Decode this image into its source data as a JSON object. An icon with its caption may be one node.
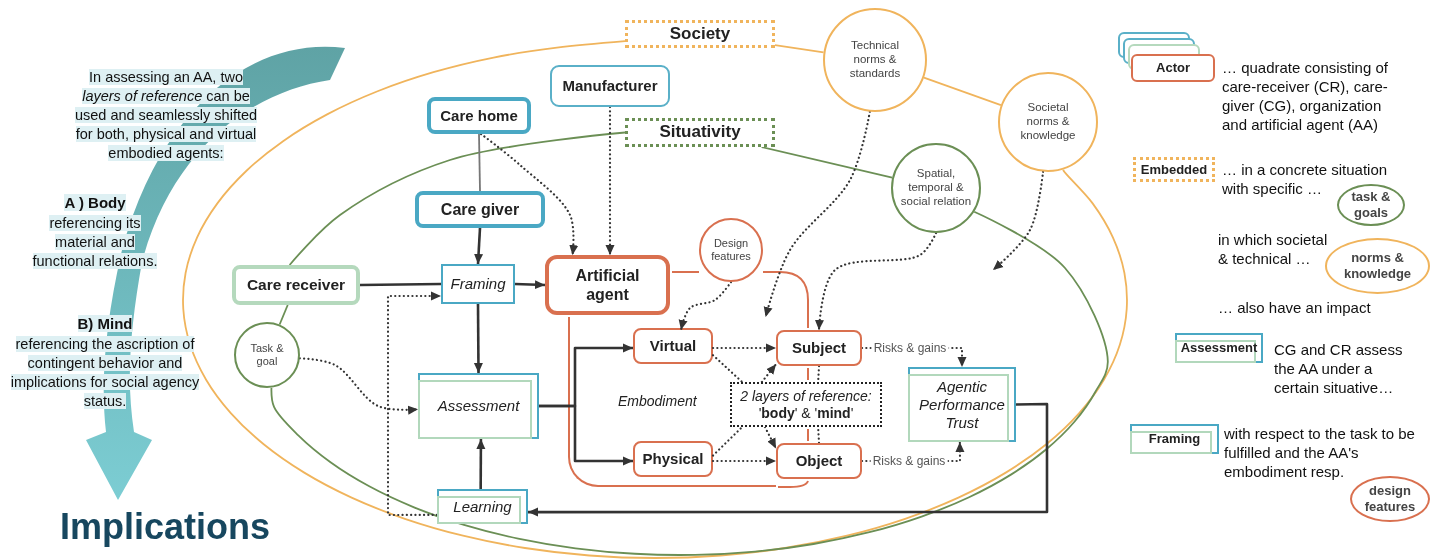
{
  "diagram": {
    "nodes": [
      {
        "text": [
          "Society"
        ]
      },
      {
        "text": [
          "Situativity"
        ]
      },
      {
        "text": [
          "Manufacturer"
        ]
      },
      {
        "text": [
          "Care home"
        ]
      },
      {
        "text": [
          "Care giver"
        ]
      },
      {
        "text": [
          "Care receiver"
        ]
      },
      {
        "text": [
          "Framing"
        ]
      },
      {
        "text": [
          "Artificial agent"
        ]
      },
      {
        "text": [
          "Design features"
        ]
      },
      {
        "text": [
          "Technical norms & standards"
        ]
      },
      {
        "text": [
          "Societal norms & knowledge"
        ]
      },
      {
        "text": [
          "Spatial, temporal & social relation"
        ]
      },
      {
        "text": [
          "Embodiment"
        ]
      },
      {
        "text": [
          "Virtual"
        ],
        "in": 12
      },
      {
        "text": [
          "Physical"
        ],
        "in": 12
      },
      {
        "text": [
          "Subject"
        ]
      },
      {
        "text": [
          "Object"
        ]
      },
      {
        "text": [
          "*2 layers of reference:* '**body**' & '**mind**'"
        ]
      },
      {
        "text": [
          "Agentic Performance Trust"
        ]
      },
      {
        "text": [
          "Task & goal"
        ]
      },
      {
        "text": [
          "Assessment"
        ]
      },
      {
        "text": [
          "Learning"
        ]
      },
      {
        "text": [
          "Actor"
        ]
      },
      {
        "text": [
          "Embedded"
        ]
      },
      {
        "text": [
          "task & goals"
        ]
      },
      {
        "text": [
          "norms & knowledge"
        ]
      },
      {
        "text": [
          "Assessment"
        ]
      },
      {
        "text": [
          "Framing"
        ]
      },
      {
        "text": [
          "design features"
        ]
      }
    ],
    "edges": [
      {
        "from": 0,
        "to": 9,
        "arrow": "none",
        "color": "#f0b45c"
      },
      {
        "from": 9,
        "to": 10,
        "arrow": "none",
        "color": "#f0b45c"
      },
      {
        "from": 10,
        "to": 0,
        "arrow": "none",
        "color": "#f0b45c"
      },
      {
        "from": 1,
        "to": 11,
        "arrow": "none",
        "color": "#6b8f55"
      },
      {
        "from": 1,
        "to": 5,
        "arrow": "none",
        "color": "#6b8f55"
      },
      {
        "from": 5,
        "to": 19,
        "arrow": "none",
        "color": "#6b8f55"
      },
      {
        "from": 19,
        "to": 11,
        "arrow": "none",
        "color": "#6b8f55"
      },
      {
        "from": 3,
        "to": 4,
        "arrow": "none",
        "color": "#777777"
      },
      {
        "from": 3,
        "to": 7,
        "arrow": "to",
        "style": "dashed"
      },
      {
        "from": 2,
        "to": 7,
        "arrow": "to",
        "style": "dashed"
      },
      {
        "from": 4,
        "to": 6,
        "arrow": "to"
      },
      {
        "from": 5,
        "to": 6,
        "arrow": "none"
      },
      {
        "from": 6,
        "to": 7,
        "arrow": "to"
      },
      {
        "from": 6,
        "to": 20,
        "arrow": "to"
      },
      {
        "from": 21,
        "to": 20,
        "arrow": "to"
      },
      {
        "from": 21,
        "to": 6,
        "arrow": "to",
        "style": "dashed"
      },
      {
        "from": 19,
        "to": 20,
        "arrow": "to",
        "style": "dashed"
      },
      {
        "from": 20,
        "to": 13,
        "arrow": "to"
      },
      {
        "from": 20,
        "to": 14,
        "arrow": "to"
      },
      {
        "from": 18,
        "to": 21,
        "arrow": "to"
      },
      {
        "from": 8,
        "to": 13,
        "arrow": "to",
        "style": "dashed"
      },
      {
        "from": 9,
        "to": 12,
        "arrow": "to",
        "style": "dashed"
      },
      {
        "from": 10,
        "to": null,
        "arrow": "to",
        "style": "dashed"
      },
      {
        "from": 11,
        "to": 15,
        "arrow": "to",
        "style": "dashed"
      },
      {
        "from": 13,
        "to": 15,
        "arrow": "to",
        "style": "dashed"
      },
      {
        "from": 14,
        "to": 16,
        "arrow": "to",
        "style": "dashed"
      },
      {
        "from": 13,
        "to": 17,
        "arrow": "none",
        "style": "dashed"
      },
      {
        "from": 17,
        "to": 15,
        "arrow": "to",
        "style": "dashed"
      },
      {
        "from": 14,
        "to": 17,
        "arrow": "none",
        "style": "dashed"
      },
      {
        "from": 17,
        "to": 16,
        "arrow": "to",
        "style": "dashed"
      },
      {
        "from": 15,
        "to": 17,
        "arrow": "none",
        "style": "dashed"
      },
      {
        "from": 16,
        "to": 17,
        "arrow": "none",
        "style": "dashed"
      },
      {
        "from": 15,
        "to": 18,
        "arrow": "to",
        "style": "dashed",
        "label": "Risks & gains"
      },
      {
        "from": 16,
        "to": 18,
        "arrow": "to",
        "style": "dashed",
        "label": "Risks & gains"
      }
    ],
    "labels": [
      "In assessing an AA, two *layers of reference* can be used and seamlessly shifted for both, physical and virtual embodied agents:",
      "A ) Body",
      "referencing its material and functional relations.",
      "B) Mind",
      "referencing the ascription of contingent behavior and implications for social agency status.",
      "Implications",
      "… quadrate consisting of care-receiver (CR), care-giver (CG), organization and artificial agent (AA)",
      "… in a concrete situation with specific …",
      "in which societal & technical …",
      "… also have an impact",
      "CG and CR assess the AA under a certain situative…",
      "with respect to the task to be fulfilled and the AA's embodiment resp."
    ]
  }
}
